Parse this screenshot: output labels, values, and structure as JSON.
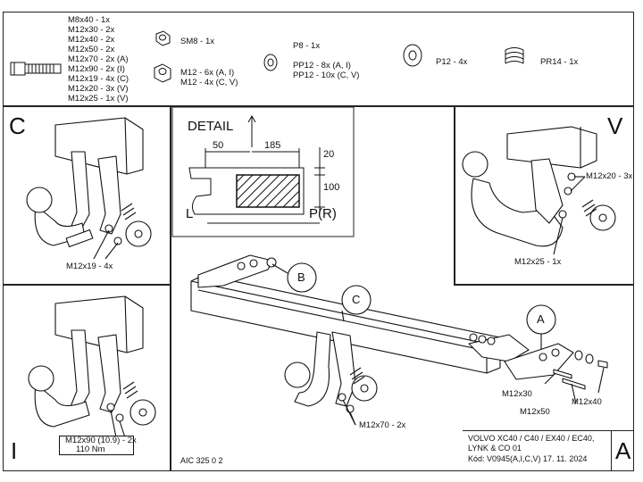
{
  "parts": {
    "bolts": [
      "M8x40 - 1x",
      "M12x30 - 2x",
      "M12x40 - 2x",
      "M12x50 - 2x",
      "M12x70 - 2x (A)",
      "M12x90 - 2x (I)",
      "M12x19 - 4x (C)",
      "M12x20 - 3x (V)",
      "M12x25 - 1x (V)"
    ],
    "sm8": "SM8 - 1x",
    "nuts": [
      "M12 - 6x (A, I)",
      "M12 - 4x (C, V)"
    ],
    "p8": "P8 - 1x",
    "pp12": [
      "PP12 - 8x (A, I)",
      "PP12 - 10x (C, V)"
    ],
    "p12": "P12 - 4x",
    "pr14": "PR14 - 1x"
  },
  "detail": {
    "title": "DETAIL",
    "dim_50": "50",
    "dim_185": "185",
    "dim_20": "20",
    "dim_100": "100",
    "left_label": "L",
    "right_label": "P(R)"
  },
  "panels": {
    "c_letter": "C",
    "v_letter": "V",
    "i_letter": "I",
    "a_letter": "A",
    "c_bolt": "M12x19 - 4x",
    "v_bolt1": "M12x20 - 3x",
    "v_bolt2": "M12x25 - 1x",
    "i_bolt_line1": "M12x90 (10.9) - 2x",
    "i_bolt_line2": "110 Nm"
  },
  "main": {
    "circle_b": "B",
    "circle_c": "C",
    "circle_a": "A",
    "bolt_m12x70": "M12x70 - 2x",
    "bolt_m12x30": "M12x30",
    "bolt_m12x50": "M12x50",
    "bolt_m12x40": "M12x40"
  },
  "footer": {
    "code": "AIC 325 0 2",
    "vehicle_line1": "VOLVO XC40 / C40 / EX40 / EC40,",
    "vehicle_line2": "LYNK & CO 01",
    "kod": "Kód: V0945(A,I,C,V)  17. 11. 2024",
    "corner_a": "A"
  }
}
